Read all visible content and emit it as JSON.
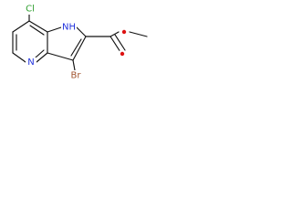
{
  "molecule": {
    "atoms": {
      "chlorine": "Cl",
      "nh": "NH",
      "pyridine_n": "N",
      "bromine": "Br"
    },
    "colors": {
      "bond": "#111111",
      "chlorine": "#2e9f2e",
      "nitrogen": "#2233dd",
      "bromine": "#a0522d",
      "oxygen": "#dd1111"
    }
  }
}
